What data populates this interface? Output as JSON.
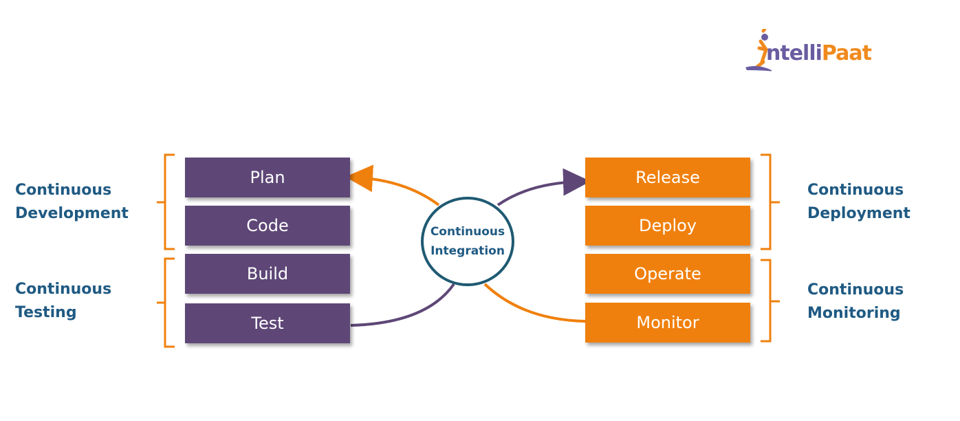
{
  "logo": {
    "part1": "ntelli",
    "part2": "Paat",
    "brand_purple": "#6a5ca0",
    "brand_orange": "#f08a1d"
  },
  "center": {
    "line1": "Continuous",
    "line2": "Integration",
    "border_color": "#1f5a72"
  },
  "left_stages": [
    {
      "label": "Plan"
    },
    {
      "label": "Code"
    },
    {
      "label": "Build"
    },
    {
      "label": "Test"
    }
  ],
  "right_stages": [
    {
      "label": "Release"
    },
    {
      "label": "Deploy"
    },
    {
      "label": "Operate"
    },
    {
      "label": "Monitor"
    }
  ],
  "groups": {
    "development": {
      "line1": "Continuous",
      "line2": "Development"
    },
    "testing": {
      "line1": "Continuous",
      "line2": "Testing"
    },
    "deployment": {
      "line1": "Continuous",
      "line2": "Deployment"
    },
    "monitoring": {
      "line1": "Continuous",
      "line2": "Monitoring"
    }
  },
  "colors": {
    "purple": "#5e4777",
    "orange": "#f0800d",
    "label_blue": "#1f5a83"
  }
}
